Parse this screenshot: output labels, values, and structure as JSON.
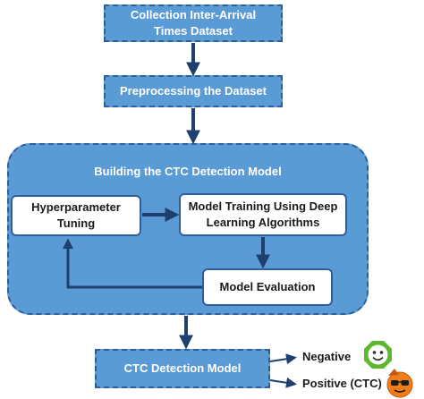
{
  "nodes": {
    "dataset": "Collection Inter-Arrival Times Dataset",
    "preprocessing": "Preprocessing the Dataset",
    "building_title": "Building the CTC Detection Model",
    "hyperparameter": "Hyperparameter Tuning",
    "training": "Model Training Using Deep Learning Algorithms",
    "evaluation": "Model Evaluation",
    "detection_model": "CTC Detection Model"
  },
  "outputs": {
    "negative": "Negative",
    "positive": "Positive (CTC)"
  },
  "colors": {
    "box_fill": "#5b9bd5",
    "border": "#2e5f99",
    "arrow": "#1f3f6e",
    "negative_icon": "#5cb82e",
    "positive_icon": "#f07d1a"
  }
}
